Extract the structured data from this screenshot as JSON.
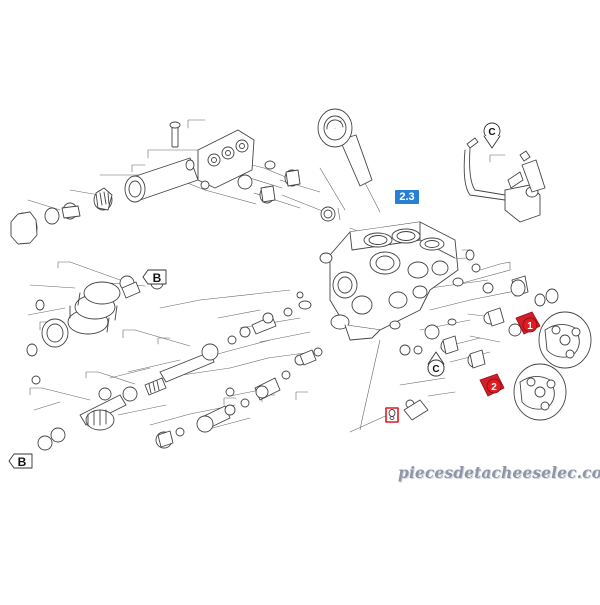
{
  "callouts": {
    "assembly_label": "2.3",
    "marker_1": "1",
    "marker_2": "2",
    "letter_b_top": "B",
    "letter_b_bottom": "B",
    "letter_c_top": "C",
    "letter_c_mid": "C"
  },
  "watermark": {
    "text": "piecesdetacheeselec.com"
  },
  "colors": {
    "line": "#444444",
    "part_fill": "#ffffff",
    "callout_blue": "#2a7fd4",
    "marker_red": "#d0202a",
    "highlight_red": "#e11b22",
    "watermark": "#8f96a8"
  }
}
